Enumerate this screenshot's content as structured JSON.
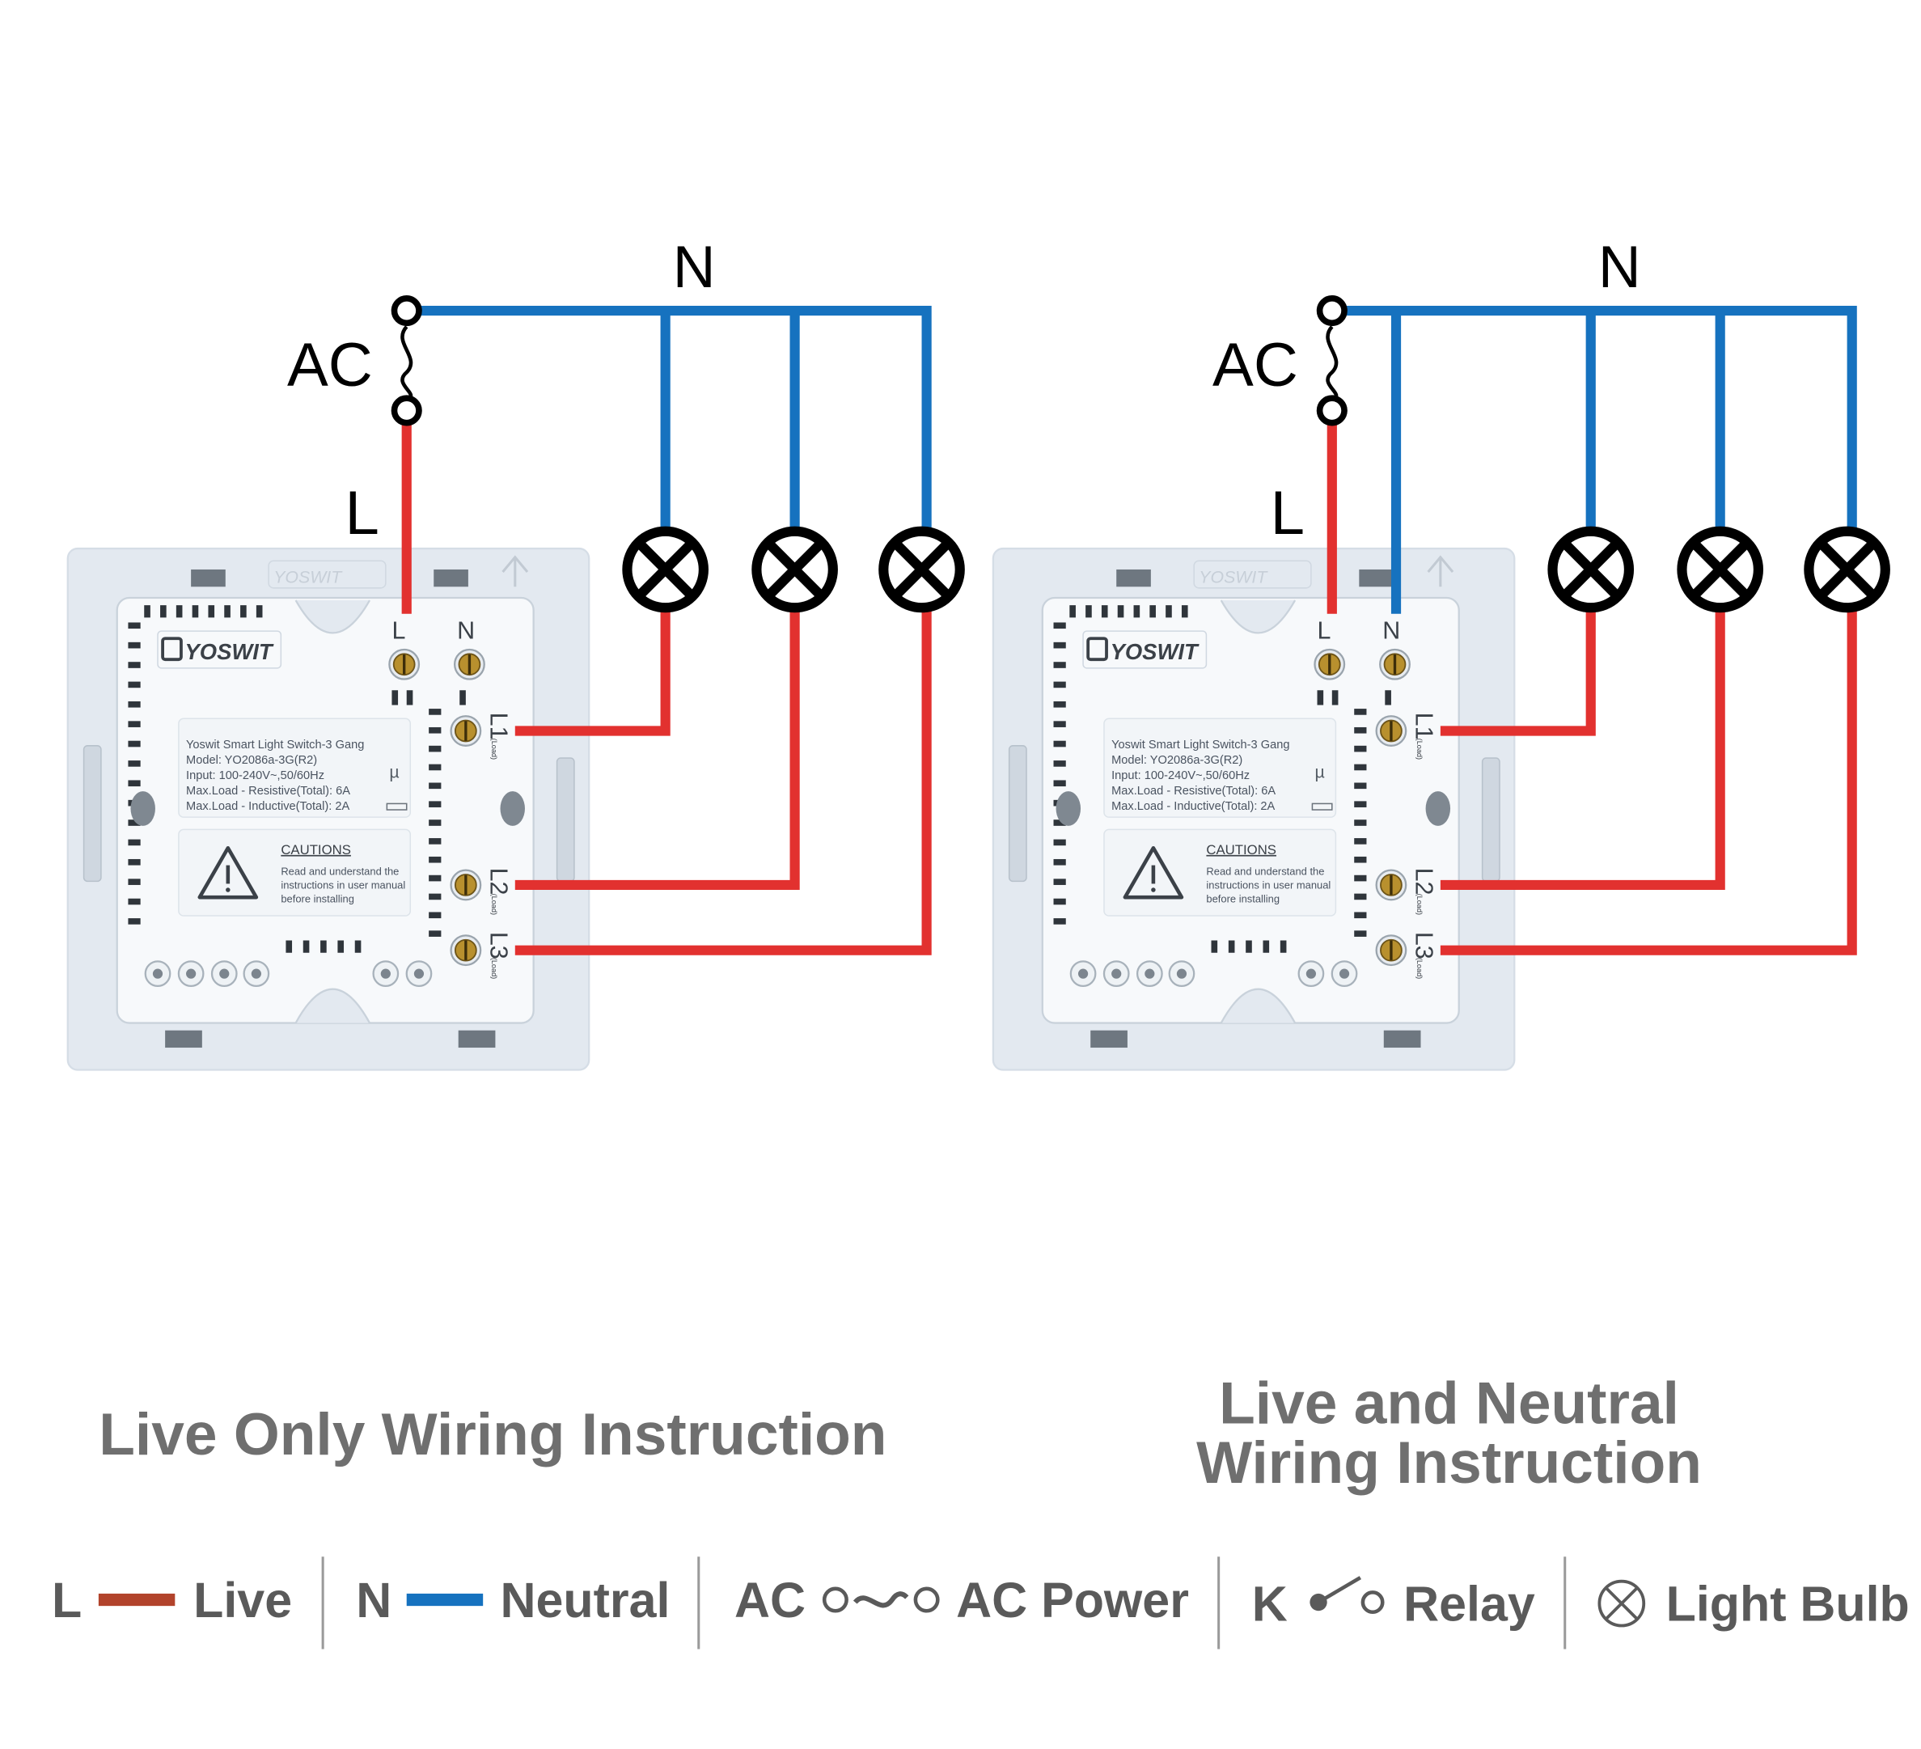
{
  "diagrams": [
    {
      "id": "live-only",
      "labels": {
        "ac": "AC",
        "neutral": "N",
        "live": "L"
      },
      "caption_lines": [
        "Live Only Wiring Instruction"
      ],
      "neutral_to_switch": false
    },
    {
      "id": "live-and-neutral",
      "labels": {
        "ac": "AC",
        "neutral": "N",
        "live": "L"
      },
      "caption_lines": [
        "Live and Neutral",
        "Wiring Instruction"
      ],
      "neutral_to_switch": true
    }
  ],
  "switch": {
    "brand_small": "YOSWIT",
    "brand": "YOSWIT",
    "terminals": {
      "l": "L",
      "n": "N",
      "l1": "L1",
      "l2": "L2",
      "l3": "L3",
      "load": "(Load)"
    },
    "spec_lines": [
      "Yoswit Smart Light Switch-3 Gang",
      "Model: YO2086a-3G(R2)",
      "Input: 100-240V~,50/60Hz",
      "Max.Load - Resistive(Total): 6A",
      "Max.Load - Inductive(Total): 2A"
    ],
    "cautions_title": "CAUTIONS",
    "cautions_lines": [
      "Read and understand the",
      "instructions in user manual",
      "before installing"
    ]
  },
  "legend": [
    {
      "key": "L",
      "symbol": "live-line",
      "label": "Live"
    },
    {
      "key": "N",
      "symbol": "neutral-line",
      "label": "Neutral"
    },
    {
      "key": "AC",
      "symbol": "ac-source",
      "label": "AC Power"
    },
    {
      "key": "K",
      "symbol": "relay",
      "label": "Relay"
    },
    {
      "key": "",
      "symbol": "bulb",
      "label": "Light Bulb"
    }
  ],
  "colors": {
    "live": "#e2312f",
    "neutral": "#1672bf",
    "legend_live": "#b2432b",
    "legend_neutral": "#1672bf"
  }
}
